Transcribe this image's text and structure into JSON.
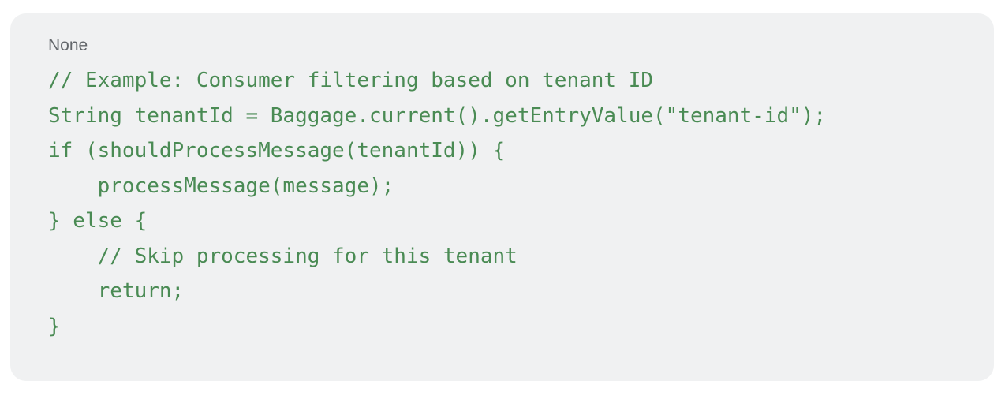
{
  "colors": {
    "page_bg": "#ffffff",
    "panel_bg": "#f0f1f2",
    "code_text": "#4a8b54",
    "label_text": "#63676b"
  },
  "code_panel": {
    "language_label": "None",
    "code": {
      "language_hint": "java",
      "lines": [
        "// Example: Consumer filtering based on tenant ID",
        "String tenantId = Baggage.current().getEntryValue(\"tenant-id\");",
        "if (shouldProcessMessage(tenantId)) {",
        "    processMessage(message);",
        "} else {",
        "    // Skip processing for this tenant",
        "    return;",
        "}"
      ]
    }
  }
}
